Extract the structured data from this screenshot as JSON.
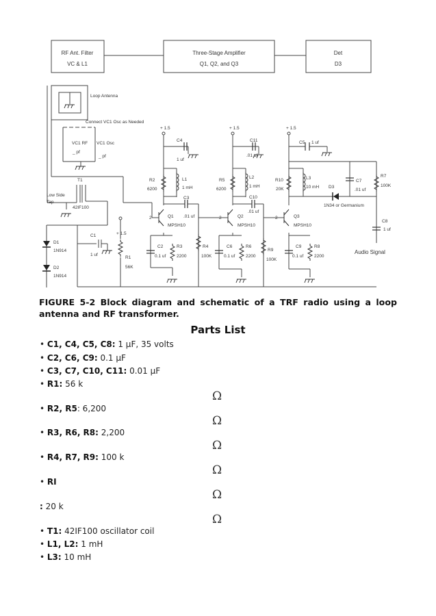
{
  "block_diagram": {
    "blocks": [
      {
        "line1": "RF Ant. Filter",
        "line2": "VC & L1"
      },
      {
        "line1": "Three-Stage Amplifier",
        "line2": "Q1, Q2, and Q3"
      },
      {
        "line1": "Det",
        "line2": "D3"
      }
    ]
  },
  "schematic": {
    "loop_antenna": "Loop Antenna",
    "connect_note": "Connect VC1 Osc as Needed",
    "vc1_rf": "VC1 RF",
    "vc1_osc": "VC1 Osc",
    "pf1": "_ pf",
    "pf2": "_ pf",
    "t1": "T1",
    "t1_part": "42IF100",
    "low_side": "Low Side",
    "tap": "Tap",
    "d1": "D1",
    "d1_part": "1N914",
    "d2": "D2",
    "d2_part": "1N914",
    "c1": "C1",
    "c1_val": "1 uf",
    "r1": "R1",
    "r1_val": "56K",
    "vplus": "+ 1.5",
    "c4": "C4",
    "c4_val": "1 uf",
    "r2": "R2",
    "r2_val": "6200",
    "l1": "L1",
    "l1_val": "1 mH",
    "c3": "C3",
    "c3_val": ".01 uf",
    "q1": "Q1",
    "q1_part": "MPSH10",
    "c2": "C2",
    "c2_val": "0.1 uf",
    "r3": "R3",
    "r3_val": "2200",
    "r4": "R4",
    "r4_val": "100K",
    "c11": "C11",
    "c11_val": ".01 uf",
    "r5": "R5",
    "r5_val": "6200",
    "l2": "L2",
    "l2_val": "1 mH",
    "c10": "C10",
    "c10_val": ".01 uf",
    "q2": "Q2",
    "q2_part": "MPSH10",
    "c6": "C6",
    "c6_val": "0.1 uf",
    "r6": "R6",
    "r6_val": "2200",
    "r9": "R9",
    "r9_val": "100K",
    "c5": "C5",
    "c5_val": "1 uf",
    "r10": "R10",
    "r10_val": "20K",
    "l3": "L3",
    "l3_val": "10 mH",
    "d3": "D3",
    "d3_part": "1N34 or Germanium",
    "c7": "C7",
    "c7_val": ".01 uf",
    "r7": "R7",
    "r7_val": "100K",
    "q3": "Q3",
    "q3_part": "MPSH10",
    "c9": "C9",
    "c9_val": "0.1 uf",
    "r8": "R8",
    "r8_val": "2200",
    "c8": "C8",
    "c8_val": "1 uf",
    "audio": "Audio Signal",
    "pin_base": "2"
  },
  "caption": "FIGURE 5-2 Block diagram and schematic of a TRF radio using a loop antenna and RF transformer.",
  "parts_list": {
    "title": "Parts List",
    "items": [
      {
        "bullet": "• ",
        "name": "C1, C4, C5, C8:",
        "value": " 1 µF, 35 volts"
      },
      {
        "bullet": "• ",
        "name": "C2, C6, C9:",
        "value": " 0.1 µF"
      },
      {
        "bullet": "• ",
        "name": "C3, C7, C10, C11:",
        "value": " 0.01 µF"
      },
      {
        "bullet": "• ",
        "name": "R1:",
        "value": " 56 k"
      },
      {
        "bullet": "• ",
        "name": "R2, R5",
        "value": ": 6,200"
      },
      {
        "bullet": "• ",
        "name": "R3, R6, R8:",
        "value": " 2,200"
      },
      {
        "bullet": "• ",
        "name": "R4, R7, R9:",
        "value": " 100 k"
      },
      {
        "bullet": "• ",
        "name": "RI",
        "value": ""
      },
      {
        "bullet": "",
        "name": ":",
        "value": " 20 k"
      },
      {
        "bullet": "• ",
        "name": "T1:",
        "value": " 42IF100 oscillator coil"
      },
      {
        "bullet": "• ",
        "name": "L1, L2:",
        "value": " 1 mH"
      },
      {
        "bullet": "• ",
        "name": "L3:",
        "value": " 10 mH"
      }
    ],
    "omega_symbol": "Ω"
  }
}
